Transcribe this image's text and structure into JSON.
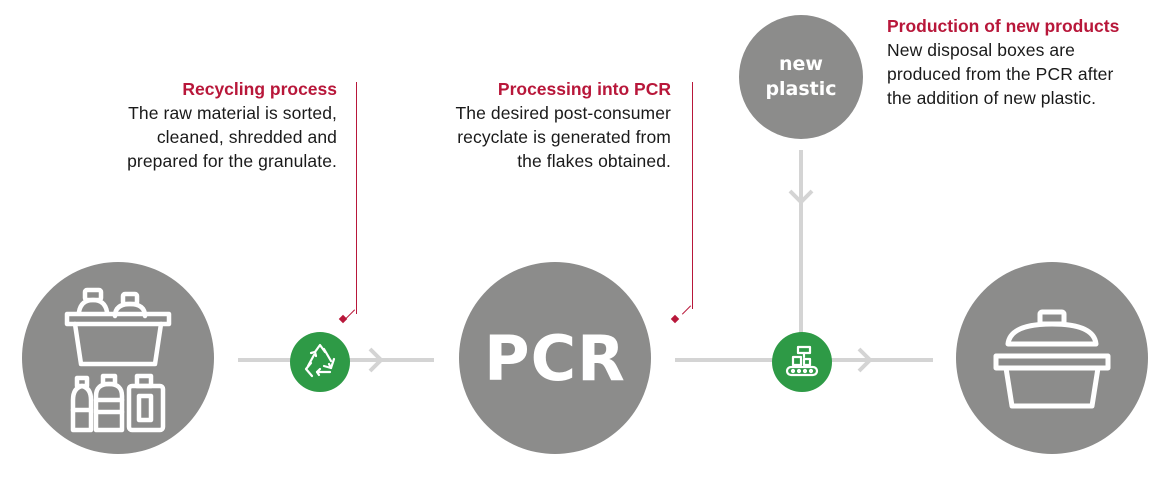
{
  "steps": {
    "recycling": {
      "heading": "Recycling process",
      "lines": [
        "The raw material is sorted,",
        "cleaned, shredded and",
        "prepared for the granulate."
      ]
    },
    "processing": {
      "heading": "Processing into PCR",
      "lines": [
        "The desired post-consumer",
        "recyclate is generated from",
        "the flakes obtained."
      ]
    },
    "production": {
      "heading": "Production of new products",
      "lines": [
        "New disposal boxes are",
        "produced from the PCR after",
        "the addition of new plastic."
      ]
    }
  },
  "nodes": {
    "pcr": "PCR",
    "new_plastic": [
      "new",
      "plastic"
    ]
  },
  "icons": {
    "waste": "plastic-waste-icon",
    "recycle": "recycle-icon",
    "conveyor": "conveyor-icon",
    "box": "disposal-box-icon"
  },
  "colors": {
    "accent": "#b8173a",
    "node": "#8c8c8b",
    "action": "#2e9a46",
    "connector": "#d4d4d4"
  }
}
